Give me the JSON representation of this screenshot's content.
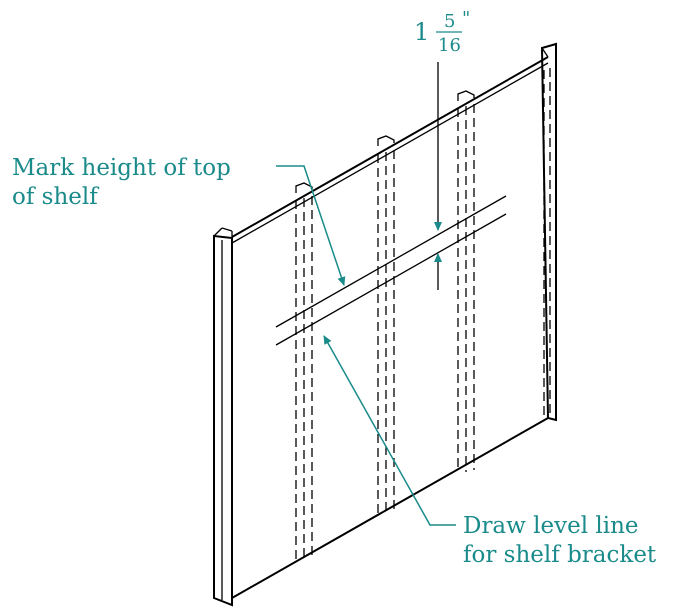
{
  "labels": {
    "mark_line1": "Mark height of top",
    "mark_line2": "of shelf",
    "draw_line1": "Draw level line",
    "draw_line2": "for shelf bracket"
  },
  "dimension": {
    "whole": "1",
    "numerator": "5",
    "denominator": "16",
    "unit": "\""
  },
  "colors": {
    "annotation": "#1a8a8a",
    "lines": "#000000"
  }
}
